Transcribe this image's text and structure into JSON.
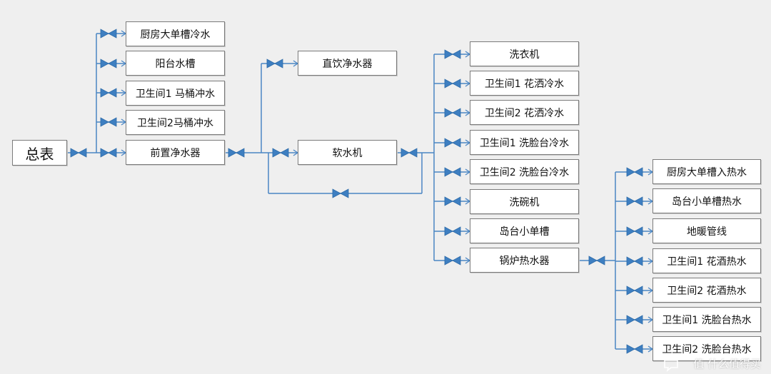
{
  "nodes": {
    "main_meter": "总表",
    "kitchen_sink_cold": "厨房大单槽冷水",
    "balcony_sink": "阳台水槽",
    "bath1_toilet": "卫生间1 马桶冲水",
    "bath2_toilet": "卫生间2马桶冲水",
    "pre_filter": "前置净水器",
    "direct_drink": "直饮净水器",
    "softener": "软水机",
    "washer": "洗衣机",
    "bath1_shower_cold": "卫生间1 花洒冷水",
    "bath2_shower_cold": "卫生间2 花洒冷水",
    "bath1_basin_cold": "卫生间1 洗脸台冷水",
    "bath2_basin_cold": "卫生间2 洗脸台冷水",
    "dishwasher": "洗碗机",
    "island_sink": "岛台小单槽",
    "boiler": "锅炉热水器",
    "kitchen_sink_hot": "厨房大单槽入热水",
    "island_sink_hot": "岛台小单槽热水",
    "floor_heating": "地暖管线",
    "bath1_shower_hot": "卫生间1 花酒热水",
    "bath2_shower_hot": "卫生间2 花酒热水",
    "bath1_basin_hot": "卫生间1 洗脸台热水",
    "bath2_basin_hot": "卫生间2 洗脸台热水"
  },
  "watermark": "值 什么值得买",
  "colors": {
    "pipe": "#4a86c4",
    "valve": "#3e7fc1",
    "box_border": "#7b7b7b",
    "background": "#efefef"
  }
}
